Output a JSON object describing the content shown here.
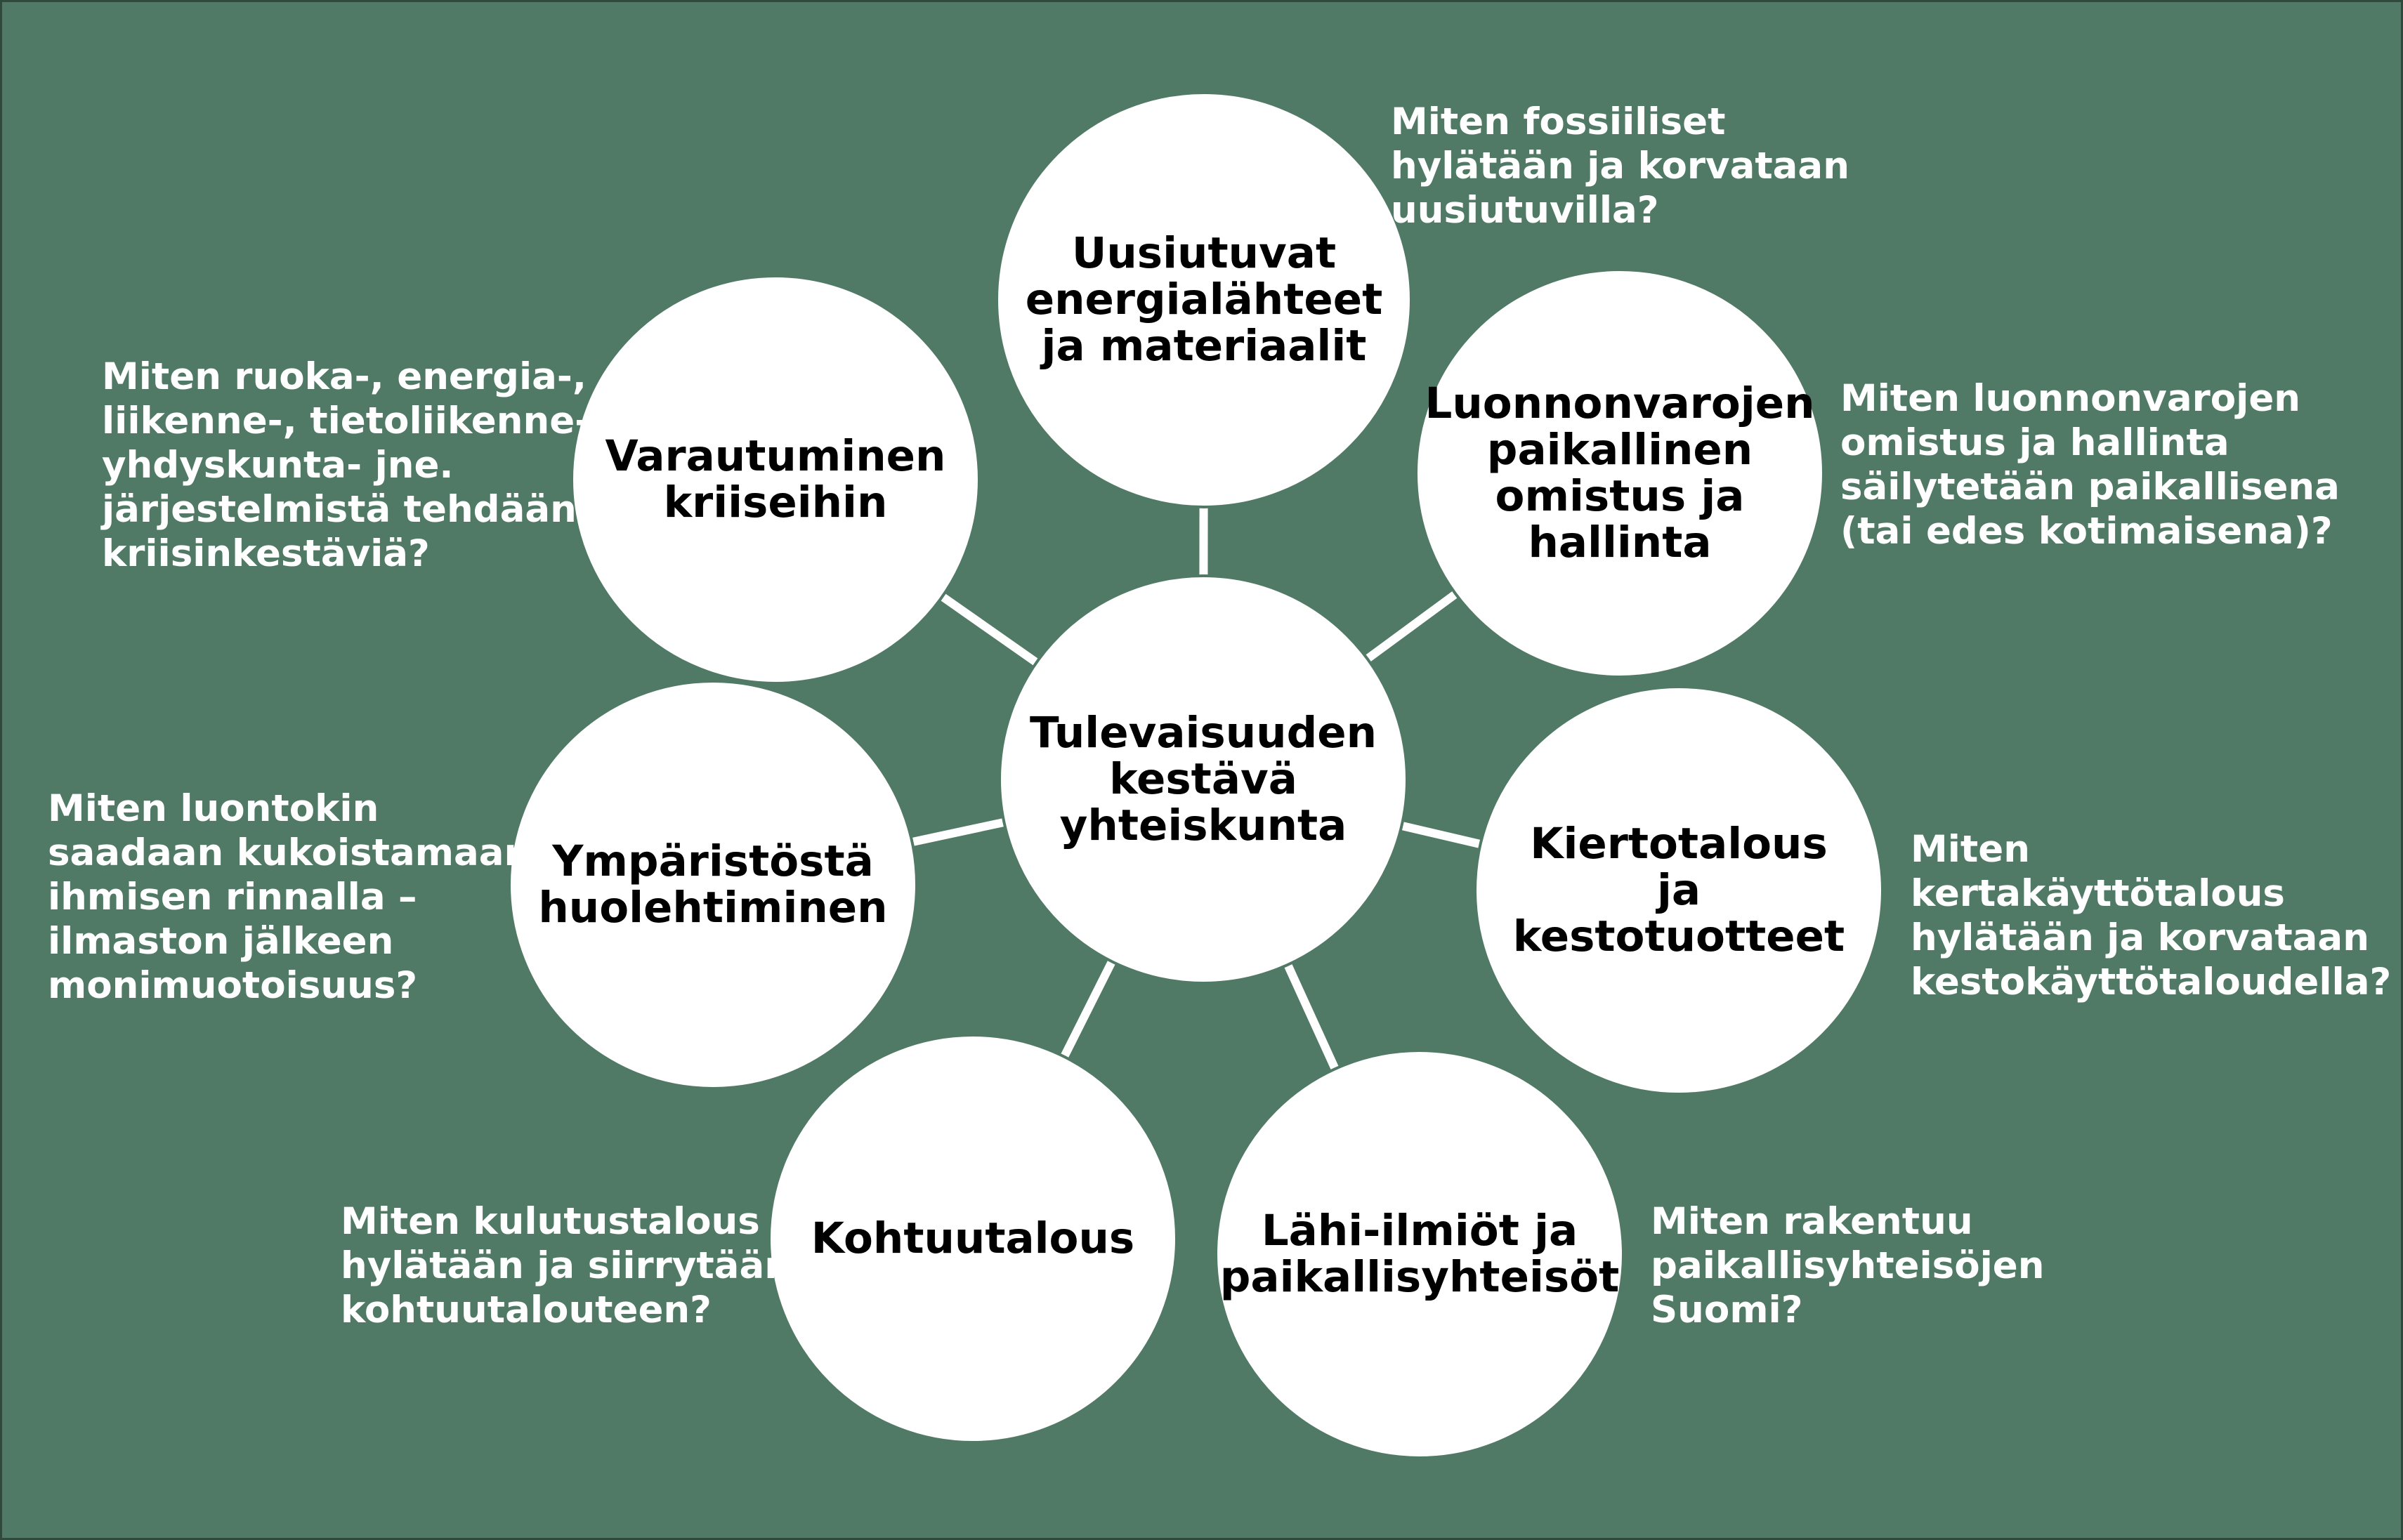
{
  "colors": {
    "background": "#517a66",
    "border": "#2f4a3c",
    "circle_fill": "#ffffff",
    "connector": "#ffffff",
    "circle_text": "#000000",
    "question_text": "#ffffff"
  },
  "center": {
    "label": "Tulevaisuuden\nkestävä\nyhteiskunta"
  },
  "themes": [
    {
      "id": "renewables",
      "label": "Uusiutuvat\nenergialähteet\nja materiaalit",
      "question": "Miten fossiiliset\nhylätään ja korvataan\nuusiutuvilla?"
    },
    {
      "id": "natural-resources",
      "label": "Luonnonvarojen\npaikallinen\nomistus ja\nhallinta",
      "question": "Miten luonnonvarojen\nomistus ja hallinta\nsäilytetään paikallisena\n(tai edes kotimaisena)?"
    },
    {
      "id": "circular-economy",
      "label": "Kiertotalous\nja kestotuotteet",
      "question": "Miten kertakäyttötalous\nhylätään ja korvataan\nkestokäyttötaloudella?"
    },
    {
      "id": "local-communities",
      "label": "Lähi-ilmiöt ja\npaikallisyhteisöt",
      "question": "Miten rakentuu\npaikallisyhteisöjen\nSuomi?"
    },
    {
      "id": "moderate-economy",
      "label": "Kohtuutalous",
      "question": "Miten kulutustalous\nhylätään ja siirrytään\nkohtuutalouteen?"
    },
    {
      "id": "environment",
      "label": "Ympäristöstä\nhuolehtiminen",
      "question": "Miten luontokin\nsaadaan kukoistamaan\nihmisen rinnalla –\nilmaston jälkeen\nmonimuotoisuus?"
    },
    {
      "id": "crisis-preparedness",
      "label": "Varautuminen\nkriiseihin",
      "question": "Miten ruoka-, energia-,\nliikenne-, tietoliikenne-,\nyhdyskunta- jne.\njärjestelmistä tehdään\nkriisinkestäviä?"
    }
  ]
}
